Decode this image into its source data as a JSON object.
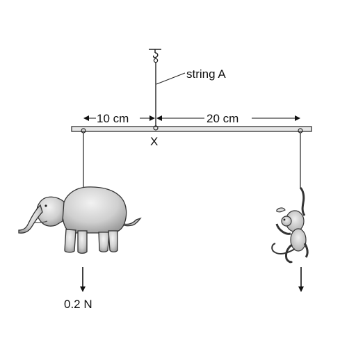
{
  "labels": {
    "string": "string A",
    "left_distance": "10 cm",
    "right_distance": "20 cm",
    "pivot": "X",
    "left_weight": "0.2 N"
  },
  "figures": {
    "left_load": "elephant",
    "right_load": "monkey",
    "hook": "ceiling-hook-icon"
  }
}
